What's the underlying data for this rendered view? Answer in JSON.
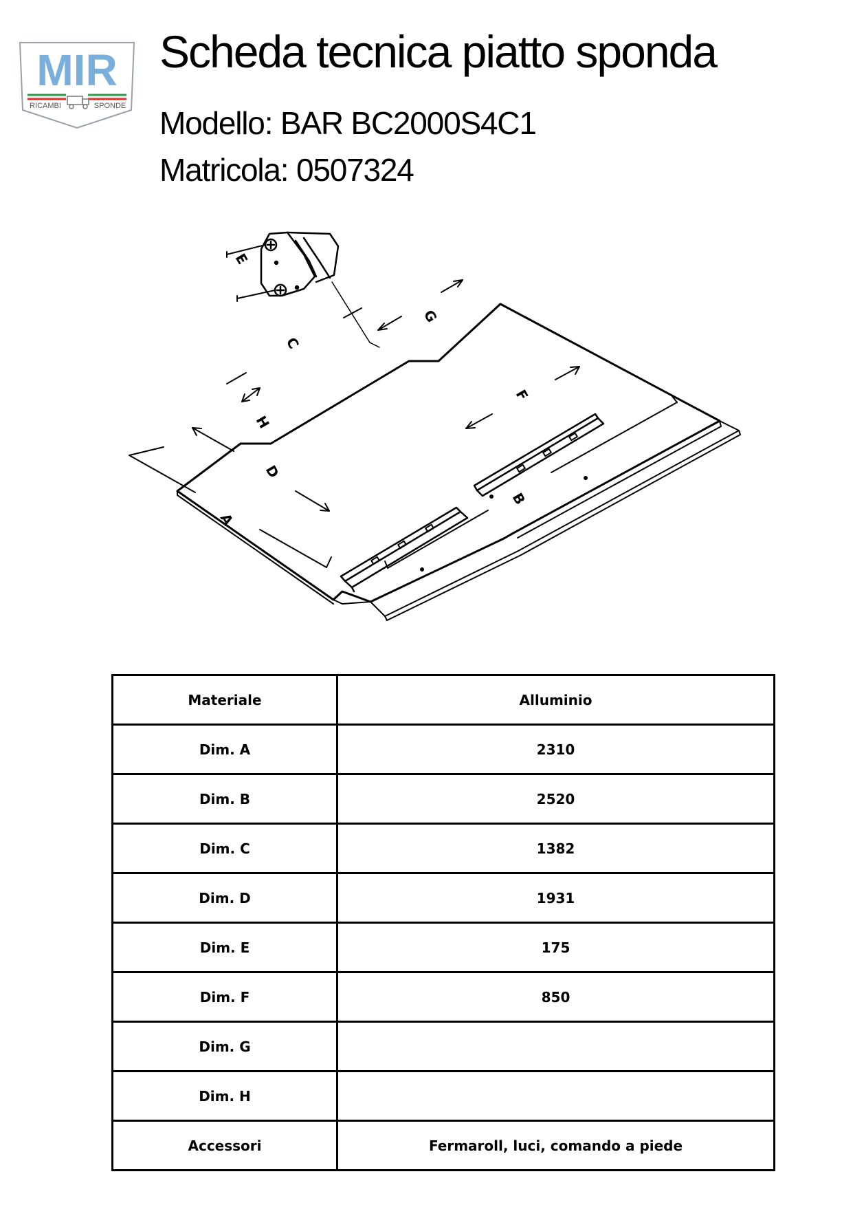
{
  "logo": {
    "brand": "MIR",
    "left_word": "RICAMBI",
    "right_word": "SPONDE",
    "brand_color": "#7aaedb",
    "flag_colors": [
      "#2e9b47",
      "#ffffff",
      "#d6312d"
    ]
  },
  "header": {
    "title": "Scheda tecnica piatto sponda",
    "model_line": "Modello: BAR BC2000S4C1",
    "serial_line": "Matricola: 0507324"
  },
  "drawing": {
    "dimension_letters": {
      "a": "A",
      "b": "B",
      "c": "C",
      "d": "D",
      "e": "E",
      "f": "F",
      "g": "G",
      "h": "H"
    }
  },
  "spec_table": {
    "rows": [
      {
        "label": "Materiale",
        "value": "Alluminio"
      },
      {
        "label": "Dim. A",
        "value": "2310"
      },
      {
        "label": "Dim. B",
        "value": "2520"
      },
      {
        "label": "Dim. C",
        "value": "1382"
      },
      {
        "label": "Dim. D",
        "value": "1931"
      },
      {
        "label": "Dim. E",
        "value": "175"
      },
      {
        "label": "Dim. F",
        "value": "850"
      },
      {
        "label": "Dim. G",
        "value": ""
      },
      {
        "label": "Dim. H",
        "value": ""
      },
      {
        "label": "Accessori",
        "value": "Fermaroll, luci, comando a piede"
      }
    ]
  }
}
